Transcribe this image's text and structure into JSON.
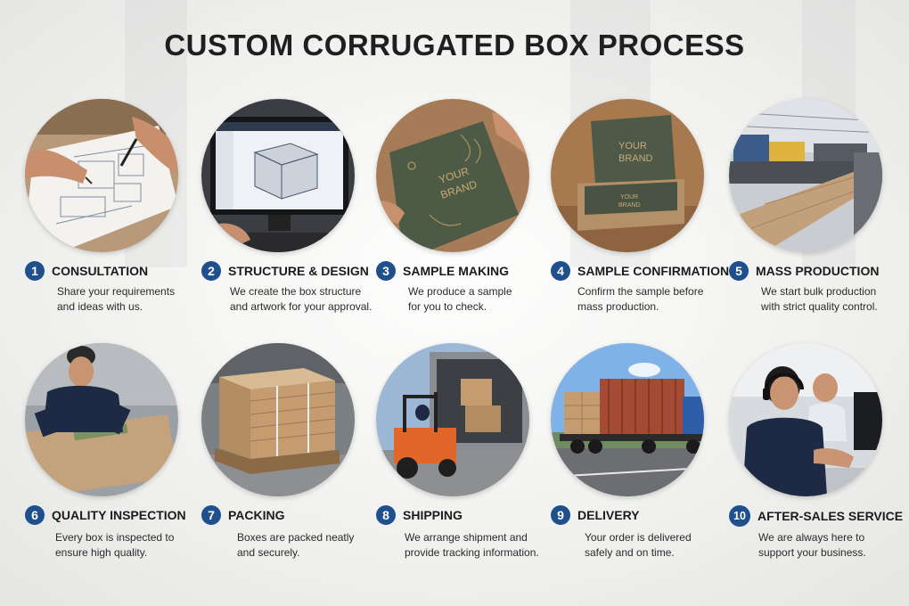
{
  "title": "CUSTOM CORRUGATED BOX PROCESS",
  "accent_color": "#1f4f8c",
  "steps": [
    {
      "number": "1",
      "title": "CONSULTATION",
      "line1": "Share your requirements",
      "line2": "and ideas with us.",
      "icon": "sketch-drawing-icon"
    },
    {
      "number": "2",
      "title": "STRUCTURE & DESIGN",
      "line1": "We create the box structure",
      "line2": "and artwork for your approval.",
      "icon": "monitor-3d-box-icon"
    },
    {
      "number": "3",
      "title": "SAMPLE MAKING",
      "line1": "We produce a sample",
      "line2": "for you to check.",
      "icon": "sample-board-icon"
    },
    {
      "number": "4",
      "title": "SAMPLE CONFIRMATION",
      "line1": "Confirm the sample before",
      "line2": "mass production.",
      "icon": "open-box-icon"
    },
    {
      "number": "5",
      "title": "MASS PRODUCTION",
      "line1": "We start bulk production",
      "line2": "with strict quality control.",
      "icon": "factory-line-icon"
    },
    {
      "number": "6",
      "title": "QUALITY INSPECTION",
      "line1": "Every box is inspected to",
      "line2": "ensure high quality.",
      "icon": "inspector-icon"
    },
    {
      "number": "7",
      "title": "PACKING",
      "line1": "Boxes are packed neatly",
      "line2": "and securely.",
      "icon": "pallet-icon"
    },
    {
      "number": "8",
      "title": "SHIPPING",
      "line1": "We arrange shipment and",
      "line2": "provide tracking information.",
      "icon": "forklift-container-icon"
    },
    {
      "number": "9",
      "title": "DELIVERY",
      "line1": "Your order is delivered",
      "line2": "safely and on time.",
      "icon": "truck-icon"
    },
    {
      "number": "10",
      "title": "AFTER-SALES SERVICE",
      "line1": "We are always here to",
      "line2": "support your business.",
      "icon": "headset-support-icon"
    }
  ],
  "photo_text": {
    "sample_board": [
      "YOUR",
      "BRAND"
    ],
    "box_lid": [
      "YOUR",
      "BRAND"
    ],
    "box_inside": [
      "YOUR",
      "BRAND"
    ]
  }
}
